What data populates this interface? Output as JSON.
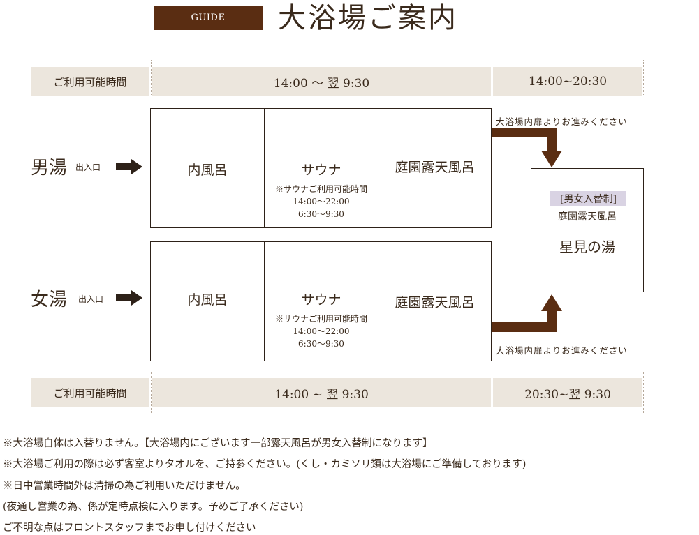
{
  "header": {
    "badge": "GUIDE",
    "title": "大浴場ご案内"
  },
  "top_band": {
    "label": "ご利用可能時間",
    "main_hours": "14:00 ～ 翌 9:30",
    "open_bath_hours": "14:00~20:30"
  },
  "bottom_band": {
    "label": "ご利用可能時間",
    "main_hours": "14:00 ~ 翌 9:30",
    "open_bath_hours": "20:30~翌 9:30"
  },
  "men": {
    "label": "男湯",
    "entrance": "出入口",
    "rooms": [
      "内風呂",
      "サウナ",
      "庭園露天風呂"
    ],
    "sauna_note": [
      "※サウナご利用可能時間",
      "14:00～22:00",
      "6:30～9:30"
    ],
    "arrow_note": "大浴場内扉よりお進みください"
  },
  "women": {
    "label": "女湯",
    "entrance": "出入口",
    "rooms": [
      "内風呂",
      "サウナ",
      "庭園露天風呂"
    ],
    "sauna_note": [
      "※サウナご利用可能時間",
      "14:00～22:00",
      "6:30～9:30"
    ],
    "arrow_note": "大浴場内扉よりお進みください"
  },
  "hoshimi": {
    "tag": "[男女入替制]",
    "sub": "庭園露天風呂",
    "name": "星見の湯"
  },
  "footer": [
    "※大浴場自体は入替りません。【大浴場内にございます一部露天風呂が男女入替制になります】",
    "※大浴場ご利用の際は必ず客室よりタオルを、ご持参ください。(くし・カミソリ類は大浴場にご準備しております)",
    "※日中営業時間外は清掃の為ご利用いただけません。",
    "(夜通し営業の為、係が定時点検に入ります。予めご了承ください)",
    "ご不明な点はフロントスタッフまでお申し付けください"
  ],
  "colors": {
    "accent": "#5a2d12",
    "band": "#ece6dd",
    "tag": "#d9d3e3",
    "text": "#3a2a1c"
  }
}
